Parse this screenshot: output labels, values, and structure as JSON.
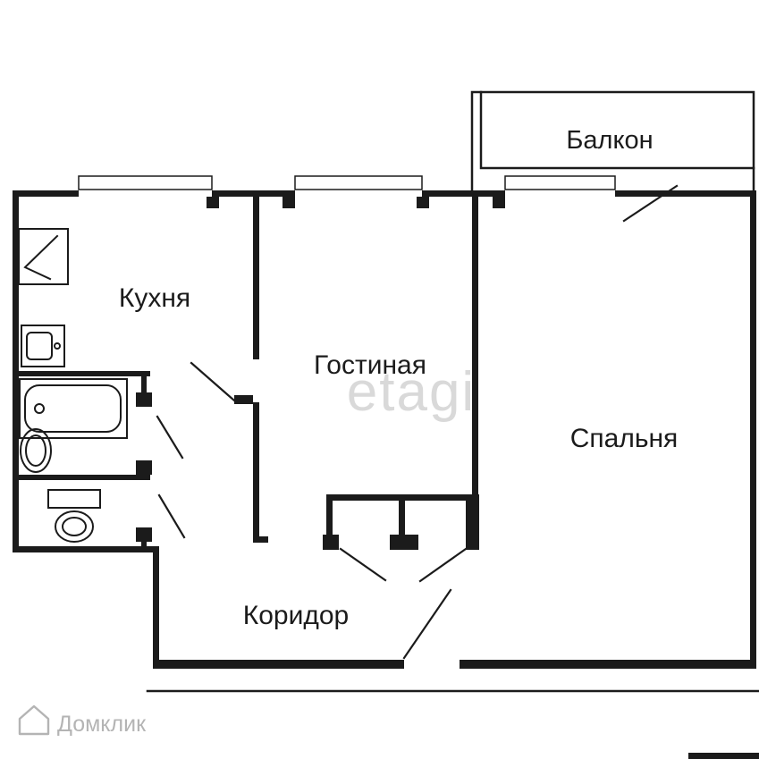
{
  "rooms": {
    "balcony": "Балкон",
    "kitchen": "Кухня",
    "living_room": "Гостиная",
    "bedroom": "Спальня",
    "corridor": "Коридор"
  },
  "watermark": "etagi",
  "branding": {
    "logo_text": "Домклик"
  },
  "colors": {
    "line": "#1b1b1b",
    "watermark": "#d9d9d9",
    "brand": "#b4b4b4",
    "background": "#ffffff"
  }
}
